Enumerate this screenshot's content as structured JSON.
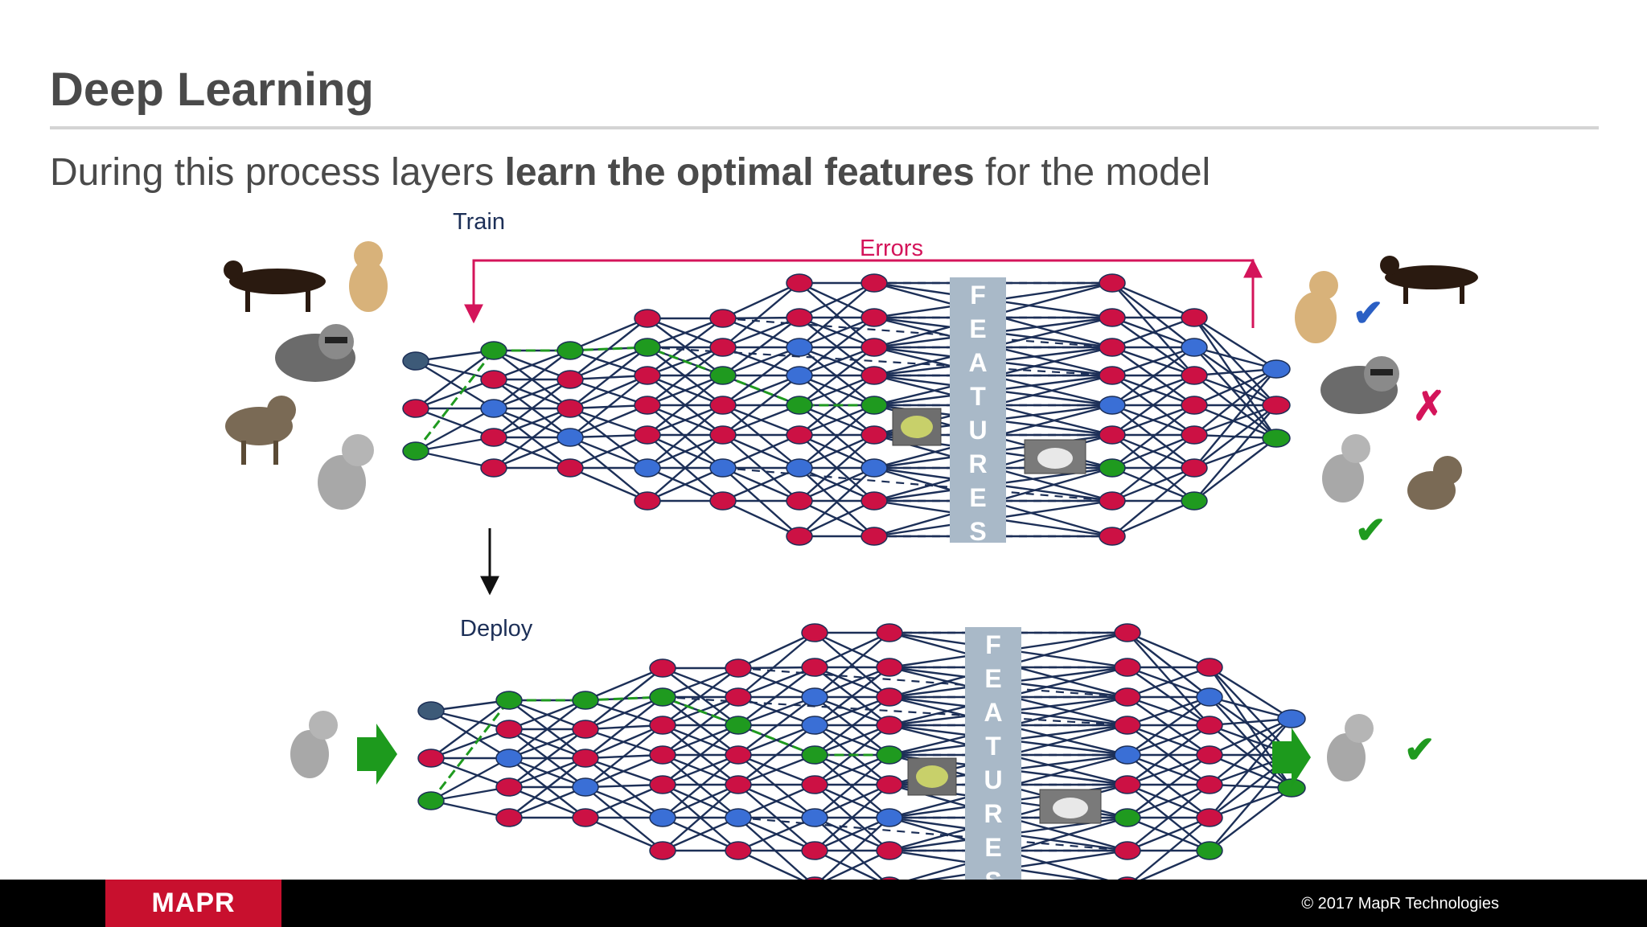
{
  "slide": {
    "title": "Deep Learning",
    "subtitle_pre": "During this process layers ",
    "subtitle_bold": "learn the optimal features",
    "subtitle_post": " for the model"
  },
  "diagram": {
    "train_label": "Train",
    "deploy_label": "Deploy",
    "errors_label": "Errors",
    "features_label": "FEATURES",
    "output_marks": [
      "✔",
      "✗",
      "✔"
    ],
    "deploy_output_mark": "✔",
    "colors": {
      "node_red": "#cc1144",
      "node_green": "#1f9a1f",
      "node_blue": "#3a6fd6",
      "node_dark": "#3d5a78",
      "edge": "#1c2f57",
      "errors": "#d4145a",
      "features_band": "#a9b9c8",
      "arrow_green": "#1d9a1d"
    }
  },
  "footer": {
    "logo": "MAPR",
    "copyright": "© 2017 MapR Technologies"
  }
}
